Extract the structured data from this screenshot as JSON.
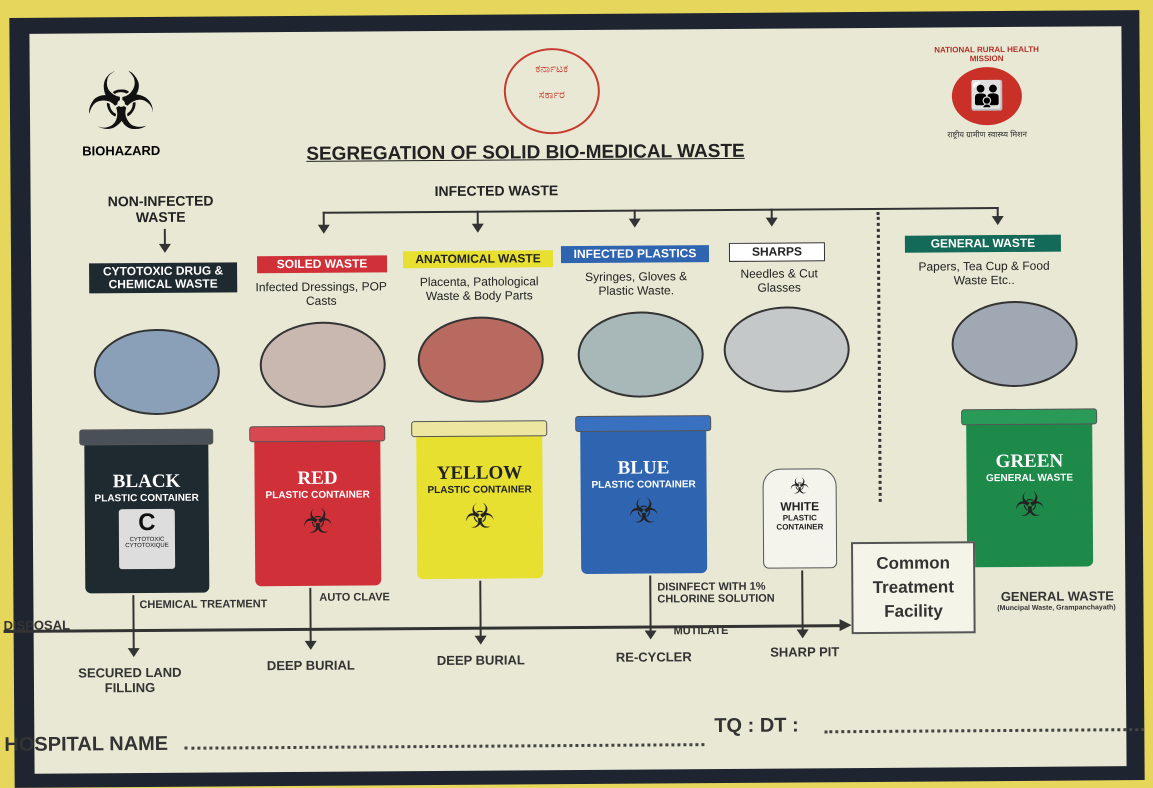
{
  "header": {
    "biohazard_label": "BIOHAZARD",
    "title": "SEGREGATION OF SOLID BIO-MEDICAL WASTE",
    "emblem_text": "ಕರ್ನಾಟಕ ಸರ್ಕಾರ",
    "nrhm_text": "NATIONAL RURAL HEALTH MISSION",
    "nrhm_sub": "राष्ट्रीय ग्रामीण स्वास्थ्य मिशन"
  },
  "groups": {
    "non_infected": "NON-INFECTED WASTE",
    "infected": "INFECTED WASTE"
  },
  "categories": [
    {
      "label": "CYTOTOXIC DRUG & CHEMICAL WASTE",
      "desc": "",
      "bin": "BLACK",
      "bin_sub": "PLASTIC CONTAINER",
      "symbol": "C",
      "symbol_text": "CYTOTOXIC CYTOTOXIQUE",
      "treatment": "CHEMICAL TREATMENT",
      "disposal": "SECURED LAND FILLING",
      "color": "#1f2a30"
    },
    {
      "label": "SOILED WASTE",
      "desc": "Infected Dressings, POP Casts",
      "bin": "RED",
      "bin_sub": "PLASTIC CONTAINER",
      "treatment": "AUTO CLAVE",
      "disposal": "DEEP BURIAL",
      "color": "#d03038"
    },
    {
      "label": "ANATOMICAL WASTE",
      "desc": "Placenta, Pathological Waste & Body Parts",
      "bin": "YELLOW",
      "bin_sub": "PLASTIC CONTAINER",
      "disposal": "DEEP BURIAL",
      "color": "#e8dc30"
    },
    {
      "label": "INFECTED PLASTICS",
      "desc": "Syringes, Gloves & Plastic Waste.",
      "bin": "BLUE",
      "bin_sub": "PLASTIC CONTAINER",
      "treatment": "DISINFECT WITH 1% CHLORINE SOLUTION",
      "treatment2": "MUTILATE",
      "disposal": "RE-CYCLER",
      "color": "#2e64b0"
    },
    {
      "label": "SHARPS",
      "desc": "Needles & Cut Glasses",
      "bin": "WHITE",
      "bin_sub": "PLASTIC CONTAINER",
      "disposal": "SHARP PIT",
      "color": "#f4f4ec"
    },
    {
      "label": "GENERAL WASTE",
      "desc": "Papers, Tea Cup & Food Waste Etc..",
      "bin": "GREEN",
      "bin_sub": "GENERAL WASTE",
      "disposal": "GENERAL WASTE",
      "disposal_sub": "(Muncipal Waste, Grampanchayath)",
      "color": "#1e8a4a"
    }
  ],
  "disposal_label": "DISPOSAL",
  "facility": "Common Treatment Facility",
  "footer": {
    "hospital": "HOSPITAL NAME",
    "tq": "TQ : DT :"
  }
}
